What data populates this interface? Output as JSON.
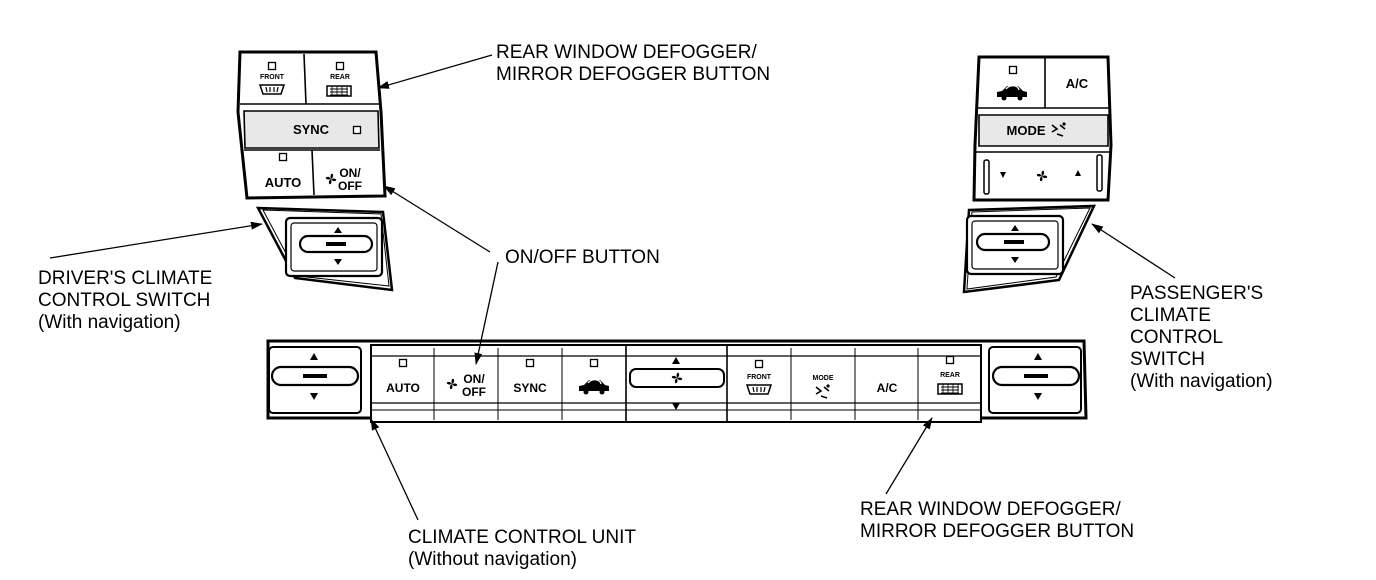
{
  "callouts": {
    "rear_defogger_top": [
      "REAR WINDOW DEFOGGER/",
      "MIRROR DEFOGGER BUTTON"
    ],
    "on_off": [
      "ON/OFF BUTTON"
    ],
    "driver_switch": [
      "DRIVER'S CLIMATE",
      "CONTROL SWITCH",
      "(With navigation)"
    ],
    "passenger_switch": [
      "PASSENGER'S",
      "CLIMATE",
      "CONTROL",
      "SWITCH",
      "(With navigation)"
    ],
    "unit": [
      "CLIMATE CONTROL UNIT",
      "(Without navigation)"
    ],
    "rear_defogger_bottom": [
      "REAR WINDOW DEFOGGER/",
      "MIRROR DEFOGGER BUTTON"
    ]
  },
  "driver_panel": {
    "front": "FRONT",
    "rear": "REAR",
    "sync": "SYNC",
    "auto": "AUTO",
    "on": "ON/",
    "off": "OFF"
  },
  "passenger_panel": {
    "ac": "A/C",
    "mode": "MODE"
  },
  "unit_buttons": {
    "auto": "AUTO",
    "on": "ON/",
    "off": "OFF",
    "sync": "SYNC",
    "front": "FRONT",
    "mode": "MODE",
    "ac": "A/C",
    "rear": "REAR"
  },
  "icons": [
    "arrow-up-icon",
    "arrow-down-icon",
    "fan-icon",
    "recirculation-car-icon",
    "front-defrost-icon",
    "rear-defrost-icon",
    "airflow-mode-icon",
    "indicator-light-icon"
  ],
  "colors": {
    "line": "#000000",
    "panel_shade": "#e6e6e6",
    "background": "#ffffff"
  }
}
